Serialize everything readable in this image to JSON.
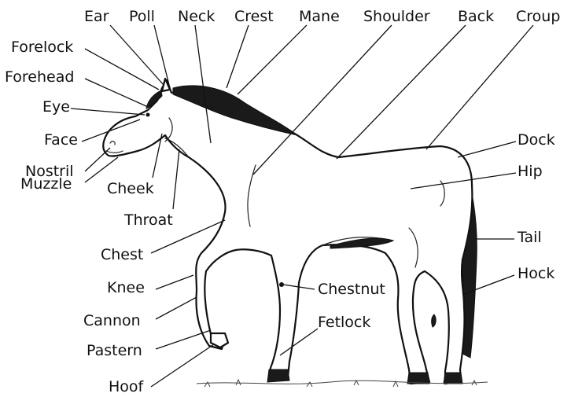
{
  "labels": {
    "ear": "Ear",
    "poll": "Poll",
    "neck": "Neck",
    "crest": "Crest",
    "mane": "Mane",
    "shoulder": "Shoulder",
    "back": "Back",
    "croup": "Croup",
    "forelock": "Forelock",
    "forehead": "Forehead",
    "eye": "Eye",
    "face": "Face",
    "nostril": "Nostril",
    "muzzle": "Muzzle",
    "cheek": "Cheek",
    "throat": "Throat",
    "chest": "Chest",
    "knee": "Knee",
    "cannon": "Cannon",
    "pastern": "Pastern",
    "hoof": "Hoof",
    "chestnut": "Chestnut",
    "fetlock": "Fetlock",
    "dock": "Dock",
    "hip": "Hip",
    "tail": "Tail",
    "hock": "Hock"
  }
}
